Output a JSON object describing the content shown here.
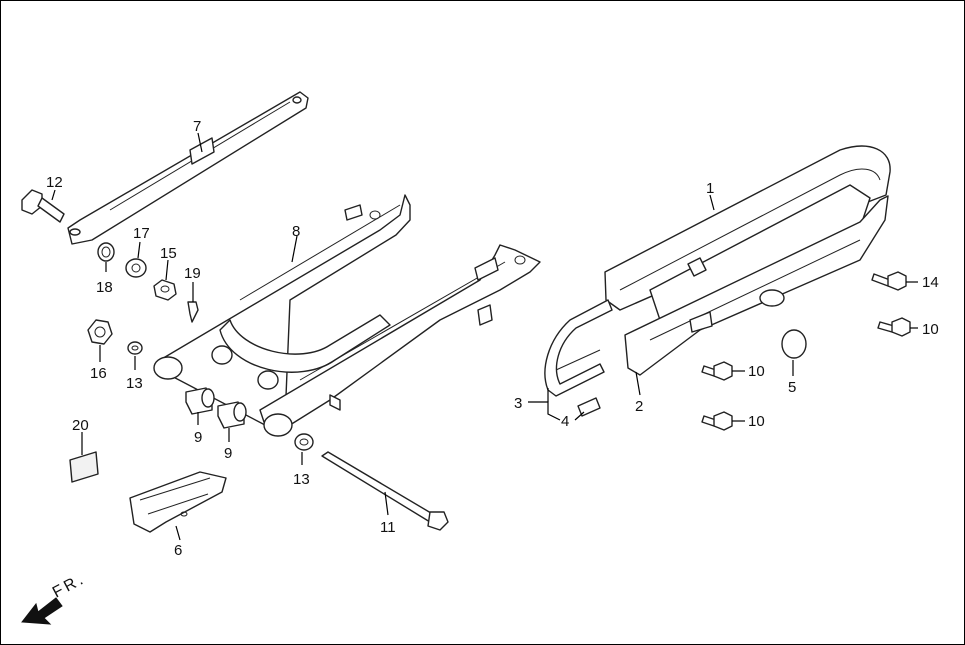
{
  "callouts": [
    {
      "id": "1",
      "label": "1"
    },
    {
      "id": "2",
      "label": "2"
    },
    {
      "id": "3",
      "label": "3"
    },
    {
      "id": "4",
      "label": "4"
    },
    {
      "id": "5",
      "label": "5"
    },
    {
      "id": "6",
      "label": "6"
    },
    {
      "id": "7",
      "label": "7"
    },
    {
      "id": "8",
      "label": "8"
    },
    {
      "id": "9a",
      "label": "9"
    },
    {
      "id": "9b",
      "label": "9"
    },
    {
      "id": "10a",
      "label": "10"
    },
    {
      "id": "10b",
      "label": "10"
    },
    {
      "id": "10c",
      "label": "10"
    },
    {
      "id": "11",
      "label": "11"
    },
    {
      "id": "12",
      "label": "12"
    },
    {
      "id": "13a",
      "label": "13"
    },
    {
      "id": "13b",
      "label": "13"
    },
    {
      "id": "14",
      "label": "14"
    },
    {
      "id": "15",
      "label": "15"
    },
    {
      "id": "16",
      "label": "16"
    },
    {
      "id": "17",
      "label": "17"
    },
    {
      "id": "18",
      "label": "18"
    },
    {
      "id": "19",
      "label": "19"
    },
    {
      "id": "20",
      "label": "20"
    }
  ],
  "direction": {
    "label": "FR."
  }
}
